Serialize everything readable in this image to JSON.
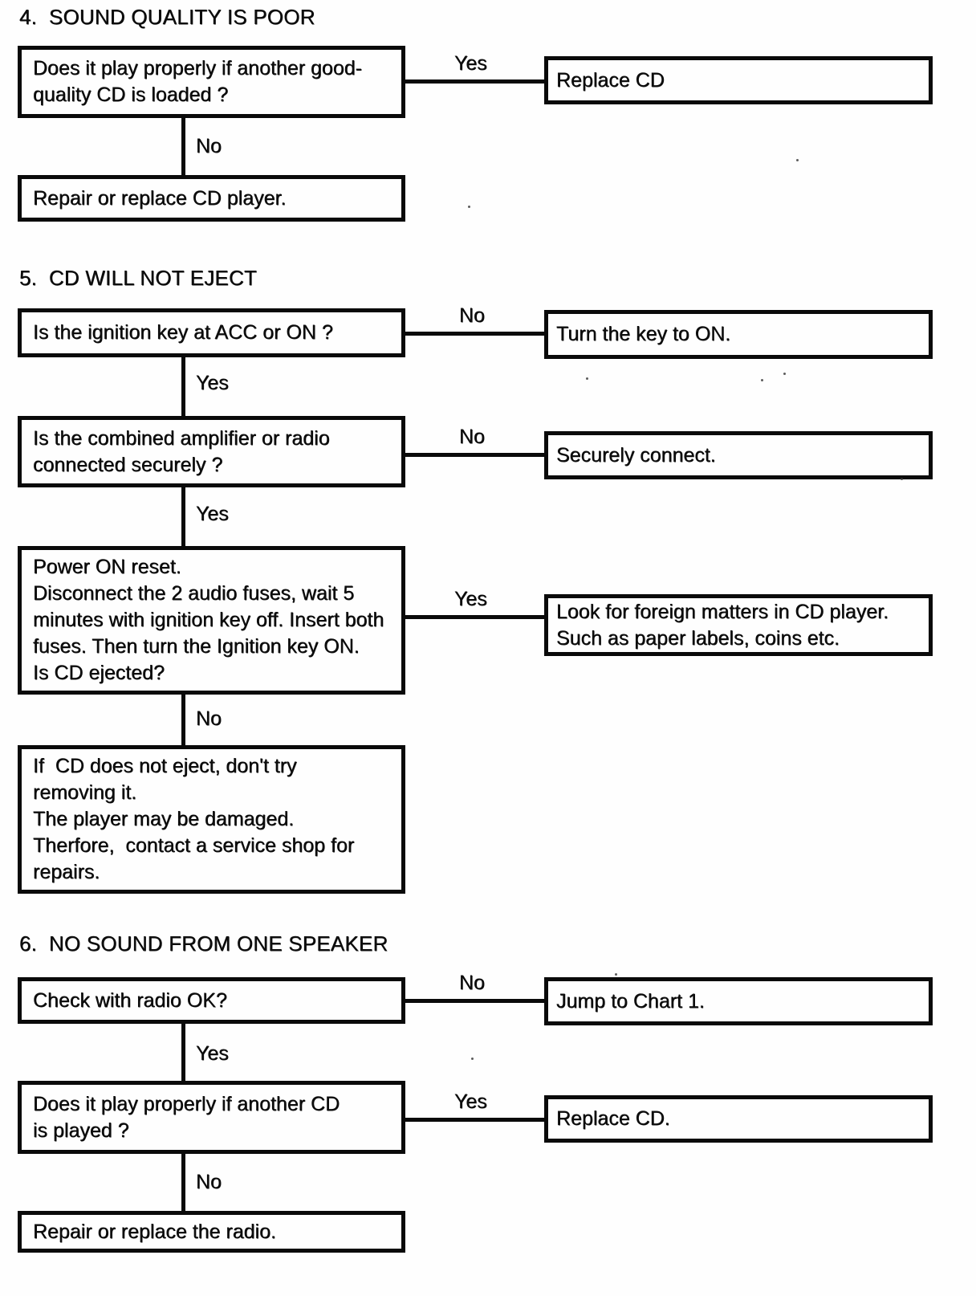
{
  "sections": {
    "s4": {
      "title": "4.  SOUND QUALITY IS POOR",
      "q1": "Does it play properly if another good-\nquality CD is loaded ?",
      "label_yes": "Yes",
      "action_replace": "Replace CD",
      "label_no": "No",
      "action_repair": "Repair or replace CD player."
    },
    "s5": {
      "title": "5.  CD WILL NOT EJECT",
      "q1": "Is the ignition key at ACC or ON ?",
      "label_no1": "No",
      "action_turn_key": "Turn the key to ON.",
      "label_yes1": "Yes",
      "q2": "Is the combined amplifier or radio\nconnected securely ?",
      "label_no2": "No",
      "action_connect": "Securely connect.",
      "label_yes2": "Yes",
      "q3": "Power ON reset.\nDisconnect the 2 audio fuses, wait 5\nminutes with ignition key off. Insert both\nfuses. Then turn the Ignition key ON.\nIs CD ejected?",
      "label_yes3": "Yes",
      "action_foreign": "Look for foreign matters in CD player.\nSuch as paper labels, coins etc.",
      "label_no3": "No",
      "action_no_eject": "If  CD does not eject, don't try\nremoving it.\nThe player may be damaged.\nTherfore,  contact a service shop for\nrepairs."
    },
    "s6": {
      "title": "6.  NO SOUND FROM ONE SPEAKER",
      "q1": "Check with radio OK?",
      "label_no1": "No",
      "action_jump": "Jump to Chart 1.",
      "label_yes1": "Yes",
      "q2": "Does it play properly if another CD\nis played ?",
      "label_yes2": "Yes",
      "action_replace": "Replace CD.",
      "label_no2": "No",
      "action_repair": "Repair or replace the radio."
    }
  }
}
